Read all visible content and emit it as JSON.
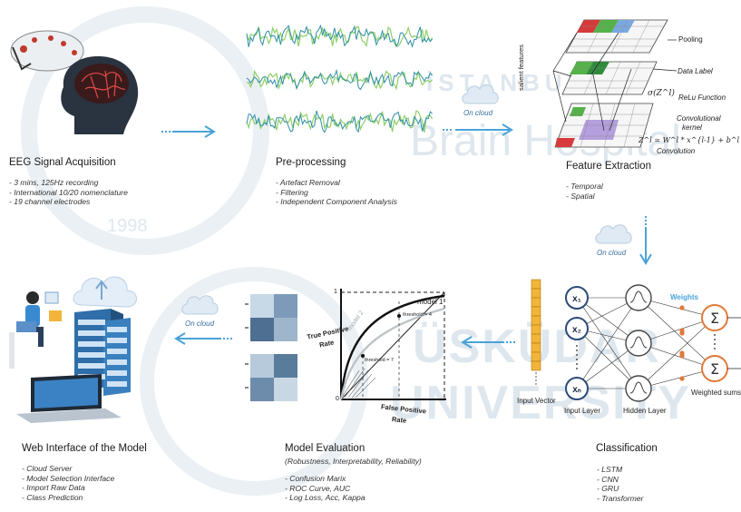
{
  "watermark": {
    "line1": "İSTANBUL",
    "line2": "Brain Hospital",
    "line3": "ÜSKÜDAR",
    "line4": "UNIVERSITY",
    "year": "1998"
  },
  "cloud_label": "On cloud",
  "stages": {
    "acquisition": {
      "title": "EEG Signal Acquisition",
      "bullets": [
        "- 3 mins, 125Hz recording",
        "- International 10/20 nomenclature",
        "- 19 channel electrodes"
      ]
    },
    "preprocessing": {
      "title": "Pre-processing",
      "bullets": [
        "- Artefact Removal",
        "- Filtering",
        "- Independent Component Analysis"
      ]
    },
    "feature": {
      "title": "Feature Extraction",
      "bullets": [
        "- Temporal",
        "- Spatial"
      ],
      "labels": {
        "salient": "salient features",
        "pooling": "Pooling",
        "data_label": "Data Label",
        "relu_expr": "σ(Z^l)",
        "relu": "ReLu Function",
        "conv_kernel_1": "Convolutional",
        "conv_kernel_2": "kernel",
        "conv_expr": "Z^l = W^l * x^{l-1} + b^l",
        "convolution": "Convolution"
      }
    },
    "classification": {
      "title": "Classification",
      "bullets": [
        "- LSTM",
        "- CNN",
        "- GRU",
        "- Transformer"
      ],
      "labels": {
        "input_vector": "Input Vector",
        "input_layer": "Input Layer",
        "hidden_layer": "Hidden Layer",
        "weights": "Weights",
        "weighted_sums": "Weighted sums",
        "x1": "x₁",
        "x2": "x₂",
        "xn": "xₙ",
        "sum": "Σ"
      }
    },
    "evaluation": {
      "title": "Model Evaluation",
      "subtitle": "(Robustness, Interpretability, Reliability)",
      "bullets": [
        "- Confusion Marix",
        "- ROC Curve, AUC",
        "- Log Loss, Acc, Kappa"
      ],
      "roc": {
        "ylabel_1": "True Positive",
        "ylabel_2": "Rate",
        "xlabel_1": "False Positive",
        "xlabel_2": "Rate",
        "model1": "model 1",
        "model2": "model 2",
        "thr4": "threshold = 4",
        "thr7": "threshold = 7",
        "tick0": "0",
        "tick1x": "1",
        "tick1y": "1"
      }
    },
    "web": {
      "title": "Web Interface of the Model",
      "bullets": [
        "- Cloud Server",
        "- Model Selection Interface",
        "- Import Raw Data",
        "- Class Prediction"
      ]
    }
  },
  "colors": {
    "arrow": "#4aa3d8",
    "neuron": "#2c4b78",
    "sum_node": "#e07a3a",
    "weights_text": "#4aa3d8",
    "input_vector": "#f2b53a"
  }
}
